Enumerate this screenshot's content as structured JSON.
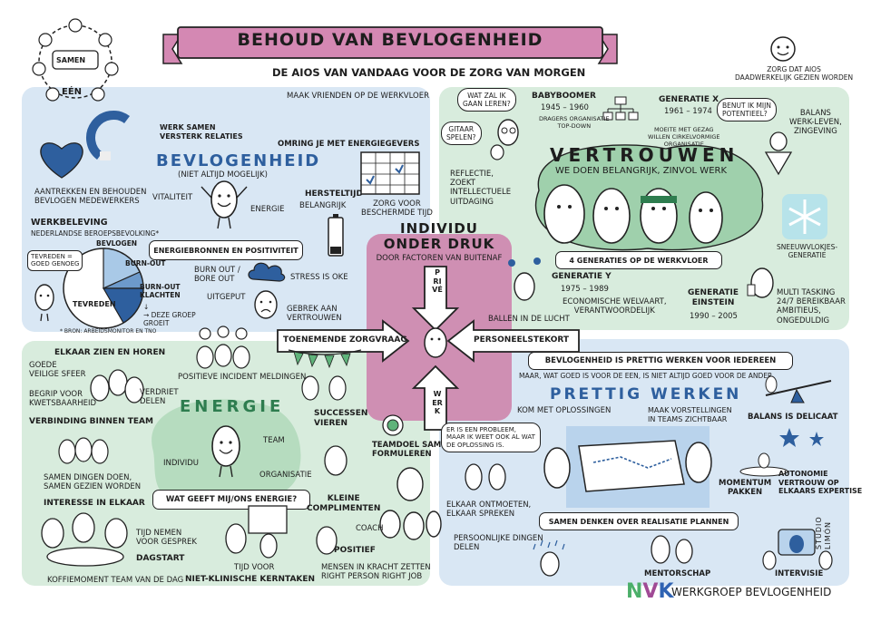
{
  "header": {
    "title": "BEHOUD VAN BEVLOGENHEID",
    "subtitle": "DE AIOS VAN VANDAAG VOOR DE ZORG VAN MORGEN"
  },
  "top_left": {
    "samen": "SAMEN",
    "een": "EÉN"
  },
  "top_right": {
    "zorg_aios": "ZORG DAT AIOS\nDAADWERKELIJK GEZIEN WORDEN"
  },
  "bevlogenheid": {
    "werk_samen": "WERK SAMEN\nVERSTERK RELATIES",
    "vrienden": "MAAK VRIENDEN OP DE WERKVLOER",
    "omring": "OMRING JE MET ENERGIEGEVERS",
    "title": "BEVLOGENHEID",
    "subtitle": "(NIET ALTIJD MOGELIJK)",
    "vitaliteit": "VITALITEIT",
    "energie": "ENERGIE",
    "hersteltijd": "HERSTELTIJD",
    "belangrijk": "BELANGRIJK",
    "zorg_voor": "ZORG VOOR\nBESCHERMDE TIJD",
    "aantrekken": "AANTREKKEN EN BEHOUDEN\nBEVLOGEN MEDEWERKERS",
    "werkbeleving": "WERKBELEVING",
    "nederlandse": "NEDERLANDSE BEROEPSBEVOLKING*",
    "energiebronnen": "ENERGIEBRONNEN EN POSITIVITEIT",
    "tevreden_genoeg": "TEVREDEN =\nGOED GENOEG",
    "pie_bevlogen": "BEVLOGEN",
    "pie_burnout": "BURN-OUT",
    "pie_klachten": "BURN-OUT\nKLACHTEN",
    "pie_tevreden": "TEVREDEN",
    "deze_groep": "↓\n→ DEZE GROEP\nGROEIT",
    "bron": "* BRON: ARBEIDSMONITOR EN TNO",
    "burnout_boreout": "BURN OUT /\nBORE OUT",
    "uitgeput": "UITGEPUT",
    "stress": "STRESS IS OKE",
    "gebrek": "GEBREK AAN\nVERTROUWEN"
  },
  "vertrouwen": {
    "wat_zal": "WAT ZAL IK\nGAAN LEREN?",
    "gitaar": "GITAAR\nSPELEN?",
    "reflectie": "REFLECTIE,\nZOEKT\nINTELLECTUELE\nUITDAGING",
    "babyboomer": "BABYBOOMER",
    "babyboomer_years": "1945 – 1960",
    "dragers": "DRAGERS ORGANISATIE\nTOP-DOWN",
    "genx": "GENERATIE X",
    "genx_years": "1961 – 1974",
    "moeite": "MOEITE MET GEZAG\nWILLEN CIRKELVORMIGE\nORGANISATIE",
    "benut": "BENUT IK MIJN\nPOTENTIEEL?",
    "balans": "BALANS\nWERK-LEVEN,\nZINGEVING",
    "title": "VERTROUWEN",
    "subtitle": "WE DOEN BELANGRIJK, ZINVOL WERK",
    "vier_generaties": "4 GENERATIES OP DE WERKVLOER",
    "geny": "GENERATIE Y",
    "geny_years": "1975 – 1989",
    "economische": "ECONOMISCHE WELVAART,\nVERANTWOORDELIJK",
    "ballen": "BALLEN IN DE LUCHT",
    "einstein": "GENERATIE\nEINSTEIN",
    "einstein_years": "1990 – 2005",
    "sneeuw": "SNEEUWVLOKJES-\nGENERATIE",
    "multi": "MULTI TASKING\n24/7 BEREIKBAAR\nAMBITIEUS,\nONGEDULDIG"
  },
  "center": {
    "title": "INDIVIDU\nONDER DRUK",
    "subtitle": "DOOR FACTOREN VAN BUITENAF",
    "prive": "PRIVÉ",
    "werk": "WERK",
    "zorgvraag": "TOENEMENDE ZORGVRAAG",
    "personeel": "PERSONEELSTEKORT"
  },
  "energie": {
    "zien_horen": "ELKAAR ZIEN EN HOREN",
    "goede": "GOEDE\nVEILIGE SFEER",
    "begrip": "BEGRIP VOOR\nKWETSBAARHEID",
    "verdriet": "VERDRIET\nDELEN",
    "positieve": "POSITIEVE INCIDENT MELDINGEN",
    "verbinding": "VERBINDING BINNEN TEAM",
    "title": "ENERGIE",
    "individu": "INDIVIDU",
    "team": "TEAM",
    "organisatie": "ORGANISATIE",
    "question": "WAT GEEFT MIJ/ONS ENERGIE?",
    "samen_dingen": "SAMEN DINGEN DOEN,\nSAMEN GEZIEN WORDEN",
    "interesse": "INTERESSE IN ELKAAR",
    "tijd_nemen": "TIJD NEMEN\nVOOR GESPREK",
    "dagstart": "DAGSTART",
    "koffie": "KOFFIEMOMENT TEAM VAN DE DAG",
    "tijd_voor": "TIJD VOOR",
    "niet_klinisch": "NIET-KLINISCHE KERNTAKEN",
    "successen": "SUCCESSEN\nVIEREN",
    "teamdoel": "TEAMDOEL SAMEN\nFORMULEREN",
    "kleine": "KLEINE\nCOMPLIMENTEN",
    "coach": "COACH",
    "positief": "POSITIEF",
    "mensen_kracht": "MENSEN IN KRACHT ZETTEN\nRIGHT PERSON RIGHT JOB"
  },
  "prettig": {
    "banner": "BEVLOGENHEID IS PRETTIG WERKEN VOOR IEDEREEN",
    "maar": "MAAR, WAT GOED IS VOOR DE EEN, IS NIET ALTIJD GOED VOOR DE ANDER",
    "title": "PRETTIG WERKEN",
    "oplossingen": "KOM MET OPLOSSINGEN",
    "voorstellingen": "MAAK VORSTELLINGEN\nIN TEAMS ZICHTBAAR",
    "balans": "BALANS IS DELICAAT",
    "probleem": "ER IS EEN PROBLEEM,\nMAAR IK WEET OOK AL WAT\nDE OPLOSSING IS.",
    "momentum": "MOMENTUM\nPAKKEN",
    "autonomie": "AUTONOMIE\nVERTROUW OP\nELKAARS EXPERTISE",
    "ontmoeten": "ELKAAR ONTMOETEN,\nELKAAR SPREKEN",
    "samen_denken": "SAMEN DENKEN OVER REALISATIE PLANNEN",
    "persoonlijke": "PERSOONLIJKE DINGEN\nDELEN",
    "mentorschap": "MENTORSCHAP",
    "intervisie": "INTERVISIE",
    "studio": "STUDIO LIMÓN"
  },
  "footer": {
    "logo": "NVK",
    "group": "WERKGROEP BEVLOGENHEID"
  },
  "colors": {
    "blue_panel": "#d9e7f4",
    "green_panel": "#d8ecdd",
    "pink_center": "#cf8fb3",
    "banner_pink": "#d488b3",
    "vertrouwen_green": "#9fd0ac",
    "energie_green": "#b6dcbf",
    "bevlogen_blue": "#a9c9e7",
    "pie_blue": "#2e5f9e",
    "nvk_blue": "#2f63b3",
    "nvk_green": "#4caf6a",
    "nvk_purple": "#a04a95"
  }
}
